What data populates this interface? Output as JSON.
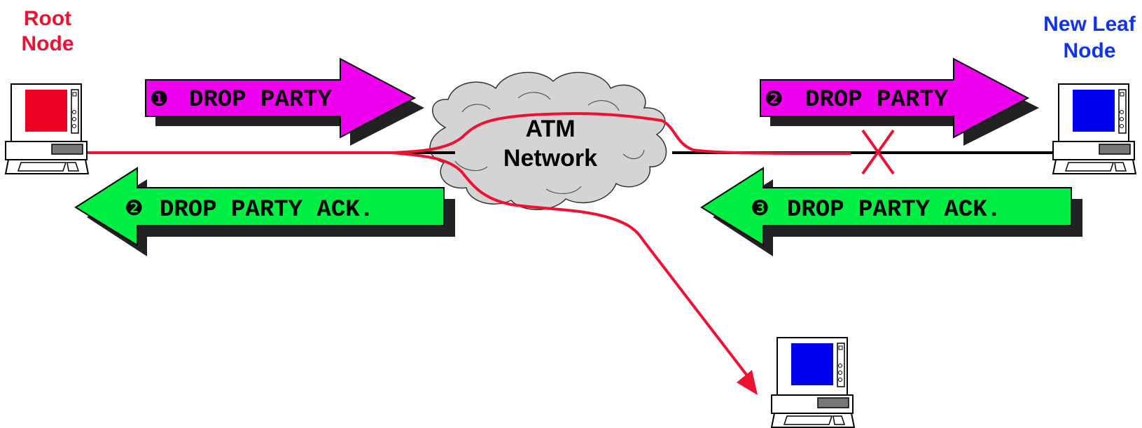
{
  "nodes": {
    "root": {
      "line1": "Root",
      "line2": "Node",
      "color": "#ee1133"
    },
    "new_leaf": {
      "line1": "New Leaf",
      "line2": "Node",
      "color": "#1133ee"
    }
  },
  "network": {
    "line1": "ATM",
    "line2": "Network"
  },
  "messages": {
    "root_drop_party": {
      "number": "❶",
      "label": "DROP PARTY",
      "color": "#ee00ee"
    },
    "root_drop_party_ack": {
      "number": "❷",
      "label": "DROP PARTY ACK.",
      "color": "#00ee44"
    },
    "leaf_drop_party": {
      "number": "❷",
      "label": "DROP PARTY",
      "color": "#ee00ee"
    },
    "leaf_drop_party_ack": {
      "number": "❸",
      "label": "DROP PARTY ACK.",
      "color": "#00ee44"
    }
  },
  "colors": {
    "connection": "#ee1133",
    "root_screen": "#ee0022",
    "leaf_screen": "#0000ee",
    "cloud": "#d4d4d4"
  }
}
